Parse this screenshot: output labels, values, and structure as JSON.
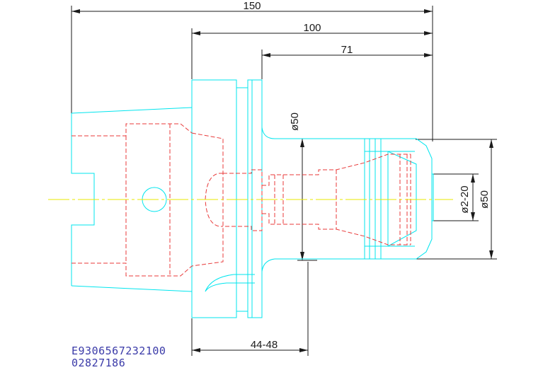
{
  "dimensions": {
    "overall_length": "150",
    "flange_to_end": "100",
    "nose_length": "71",
    "body_diameter": "ø50",
    "clamping_range": "ø2-20",
    "nut_diameter": "ø50",
    "adjustment_range": "44-48"
  },
  "part_codes": {
    "line1": "E9306567232100",
    "line2": "02827186"
  },
  "colors": {
    "outline": "#00e5ee",
    "hidden": "#e83a3a",
    "centerline": "#e8e800",
    "dimension": "#1a1a1a",
    "code_text": "#3a3aa8"
  }
}
